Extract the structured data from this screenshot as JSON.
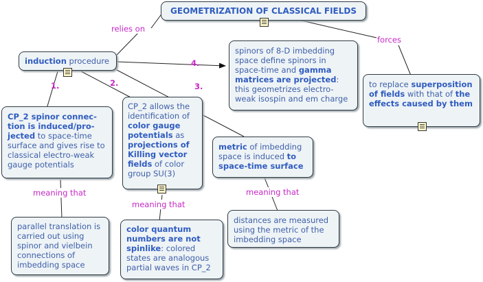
{
  "title": "GEOMETRIZATION OF CLASSICAL FIELDS",
  "induction": {
    "bold": "induction",
    "rest": " procedure"
  },
  "spinors": {
    "p1": "spinors of 8-D  imbedding space define spinors in space-time and ",
    "b1": "gamma matrices are projected",
    "p2": ": this  geometrizes electro-weak isospin and em charge"
  },
  "forces_box": {
    "p1": "to replace ",
    "b1": "superposition of fields",
    "p2": " with that of ",
    "b2": "the effects caused by them"
  },
  "cp2_spinor": {
    "b1": "CP_2 spinor connec-tion  is induced/pro-jected",
    "p1": " to space-time surface and gives rise to classical electro-weak gauge potentials"
  },
  "cp2_color": {
    "p1": "CP_2 allows the identification of ",
    "b1": "color gauge potentials",
    "p2": " as ",
    "b2": "projections of Killing vector fields",
    "p3": "  of color group SU(3)"
  },
  "metric": {
    "b1": "metric",
    "p1": " of imbedding space is induced ",
    "b2": "to space-time surface"
  },
  "parallel": "parallel translation is carried out using spinor and vielbein connections of imbedding space",
  "color_qn": {
    "b1": "color quantum numbers  are not spinlike",
    "p1": ": colored states are analogous partial waves in CP_2"
  },
  "distances": "distances are measured using the metric of  the  imbedding space",
  "links": {
    "relies_on": "relies on",
    "forces": "forces",
    "meaning1": "meaning that",
    "meaning2": "meaning that",
    "meaning3": "meaning that"
  },
  "numbers": {
    "n1": "1.",
    "n2": "2.",
    "n3": "3.",
    "n4": "4."
  },
  "colors": {
    "text": "#3d5fa8",
    "bold": "#2f5cbf",
    "link": "#c528c5",
    "fill": "#eef3f6"
  },
  "icons": {
    "resource": "document-icon"
  }
}
